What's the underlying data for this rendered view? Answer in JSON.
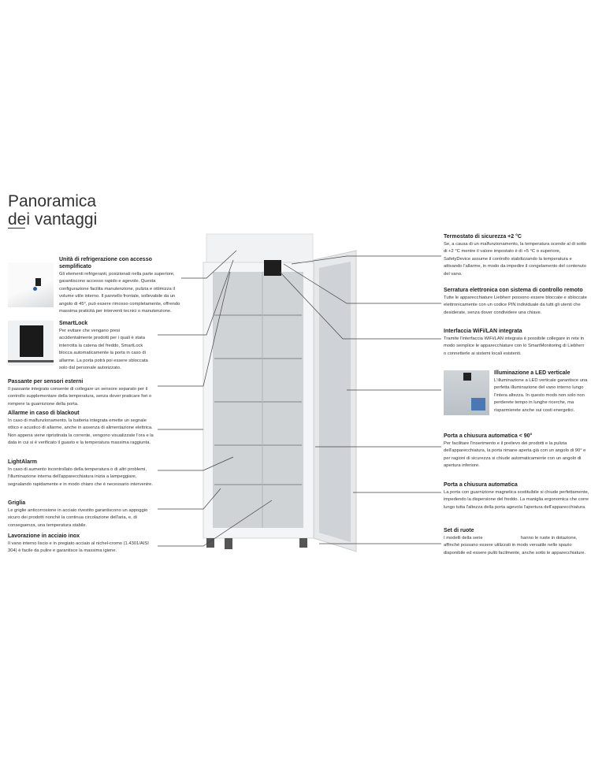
{
  "title_line1": "Panoramica",
  "title_line2": "dei vantaggi",
  "left": [
    {
      "title": "Unità di refrigerazione con accesso semplificato",
      "text": "Gli elementi refrigeranti, posizionati nella parte superiore, garantiscono accesso rapido e agevole. Questa configurazione facilita manutenzione, pulizia e ottimizza il volume utile interno. Il pannello frontale, sollevabile da un angolo di 45°, può essere rimosso completamente, offrendo massima praticità per interventi tecnici o manutenzione."
    },
    {
      "title": "SmartLock",
      "text": "Per evitare che vengano presi accidentalmente prodotti per i quali è stata interrotta la catena del freddo, SmartLock blocca automaticamente la porta in caso di allarme. La porta potrà poi essere sbloccata solo dal personale autorizzato."
    },
    {
      "title": "Passante per sensori esterni",
      "text": "Il passante integrato consente di collegare un sensore separato per il controllo supplementare della temperatura, senza dover praticare fori o rompere la guarnizione della porta."
    },
    {
      "title": "Allarme in caso di blackout",
      "text": "In caso di malfunzionamento, la batteria integrata emette un segnale ottico e acustico di allarme, anche in assenza di alimentazione elettrica. Non appena viene ripristinata la corrente, vengono visualizzate l'ora e la data in cui si è verificato il guasto e la temperatura massima raggiunta."
    },
    {
      "title": "LightAlarm",
      "text": "In caso di aumento incontrollato della temperatura o di altri problemi, l'illuminazione interna dell'apparecchiatura inizia a lampeggiare, segnalando rapidamente e in modo chiaro che è necessario intervenire."
    },
    {
      "title": "Griglia",
      "text": "Le griglie anticorrosione in acciaio rivestito garantiscono un appoggio sicuro dei prodotti nonché la continua circolazione dell'aria, e, di conseguenza, una temperatura stabile."
    },
    {
      "title": "Lavorazione in acciaio inox",
      "text": "Il vano interno liscio e in pregiato acciaio al nichel-cromo (1.4301/AISI 304) è facile da pulire e garantisce la massima igiene."
    }
  ],
  "right": [
    {
      "title": "Termostato di sicurezza +2 °C",
      "text": "Se, a causa di un malfunzionamento, la temperatura scende al di sotto di +2 °C mentre il valore impostato è di +5 °C o superiore, SafetyDevice assume il controllo stabilizzando la temperatura e attivando l'allarme, in modo da impedire il congelamento del contenuto del vano."
    },
    {
      "title": "Serratura elettronica con sistema di controllo remoto",
      "text": "Tutte le apparecchiature Liebherr possono essere bloccate e sbloccate elettronicamente con un codice PIN individuale da tutti gli utenti che desiderate, senza dover condividere una chiave."
    },
    {
      "title": "Interfaccia WiFi/LAN integrata",
      "text": "Tramite l'interfaccia WiFi/LAN integrata è possibile collegare in rete in modo semplice le apparecchiature con lo SmartMonitoring di Liebherr o connetterle ai sistemi locali esistenti."
    },
    {
      "title": "Illuminazione a LED verticale",
      "text": "L'illuminazione a LED verticale garantisce una perfetta illuminazione del vano interno lungo l'intera altezza. In questo modo non solo non perderete tempo in lunghe ricerche, ma risparmierete anche sui costi energetici."
    },
    {
      "title": "Porta a chiusura automatica < 90°",
      "text": "Per facilitare l'inserimento e il prelievo dei prodotti e la pulizia dell'apparecchiatura, la porta rimane aperta già con un angolo di 90° e per ragioni di sicurezza si chiude automaticamente con un angolo di apertura inferiore."
    },
    {
      "title": "Porta a chiusura automatica",
      "text": "La porta con guarnizione magnetica sostituibile si chiude perfettamente, impedendo la dispersione del freddo. La maniglia ergonomica che corre lungo tutta l'altezza della porta agevola l'apertura dell'apparecchiatura."
    },
    {
      "title": "Set di ruote",
      "text": "I modelli della serie                              hanno le ruote in dotazione, affinché possano essere utilizzati in modo versatile nello spazio disponibile ed essere puliti facilmente, anche sotto le apparecchiature."
    }
  ]
}
